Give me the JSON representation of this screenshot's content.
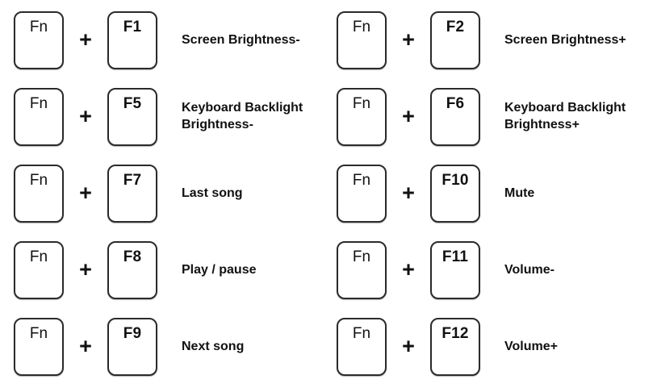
{
  "meta": {
    "description_label": "Fn keyboard shortcut legend",
    "plus_symbol": "+",
    "colors": {
      "background": "#ffffff",
      "key_border": "#2b2b2b",
      "text": "#111111"
    }
  },
  "columns": [
    {
      "side": "left",
      "rows": [
        {
          "modifier": "Fn",
          "key": "F1",
          "action": "Screen Brightness-"
        },
        {
          "modifier": "Fn",
          "key": "F5",
          "action": "Keyboard Backlight Brightness-"
        },
        {
          "modifier": "Fn",
          "key": "F7",
          "action": "Last song"
        },
        {
          "modifier": "Fn",
          "key": "F8",
          "action": "Play / pause"
        },
        {
          "modifier": "Fn",
          "key": "F9",
          "action": "Next song"
        }
      ]
    },
    {
      "side": "right",
      "rows": [
        {
          "modifier": "Fn",
          "key": "F2",
          "action": "Screen Brightness+"
        },
        {
          "modifier": "Fn",
          "key": "F6",
          "action": "Keyboard Backlight Brightness+"
        },
        {
          "modifier": "Fn",
          "key": "F10",
          "action": "Mute"
        },
        {
          "modifier": "Fn",
          "key": "F11",
          "action": "Volume-"
        },
        {
          "modifier": "Fn",
          "key": "F12",
          "action": "Volume+"
        }
      ]
    }
  ]
}
